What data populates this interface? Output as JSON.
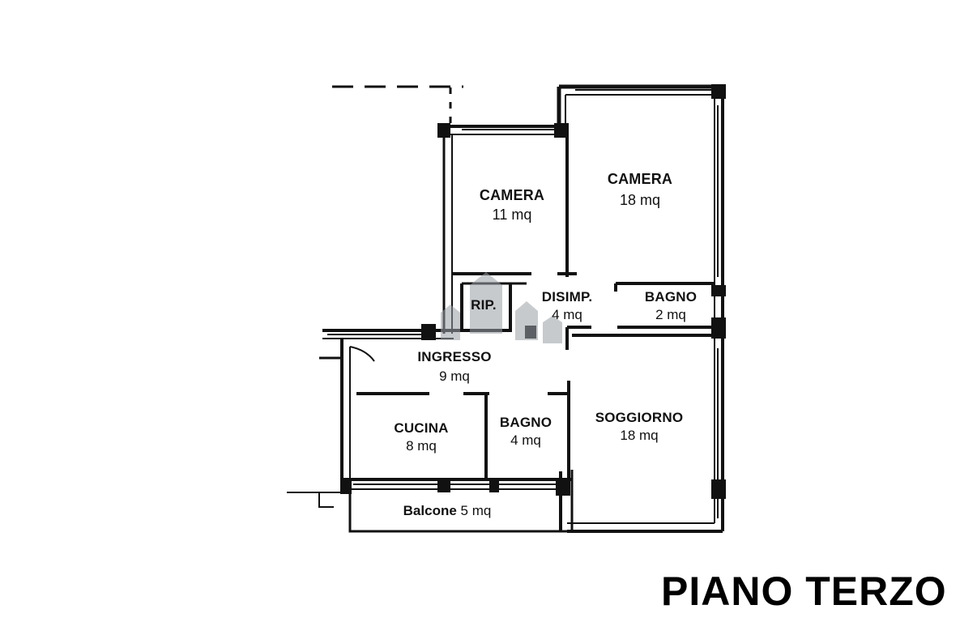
{
  "title": "PIANO TERZO",
  "rooms": {
    "camera_small": {
      "name": "CAMERA",
      "area": "11 mq"
    },
    "camera_large": {
      "name": "CAMERA",
      "area": "18 mq"
    },
    "ripostiglio": {
      "name": "RIP."
    },
    "disimpegno": {
      "name": "DISIMP.",
      "area": "4 mq"
    },
    "bagno_upper": {
      "name": "BAGNO",
      "area": "2 mq"
    },
    "ingresso": {
      "name": "INGRESSO",
      "area": "9 mq"
    },
    "cucina": {
      "name": "CUCINA",
      "area": "8 mq"
    },
    "bagno_lower": {
      "name": "BAGNO",
      "area": "4 mq"
    },
    "soggiorno": {
      "name": "SOGGIORNO",
      "area": "18 mq"
    },
    "balcone": {
      "name": "Balcone",
      "area": "5 mq"
    }
  },
  "colors": {
    "wall": "#111111",
    "background": "#ffffff",
    "watermark": "#9aa0a6"
  }
}
